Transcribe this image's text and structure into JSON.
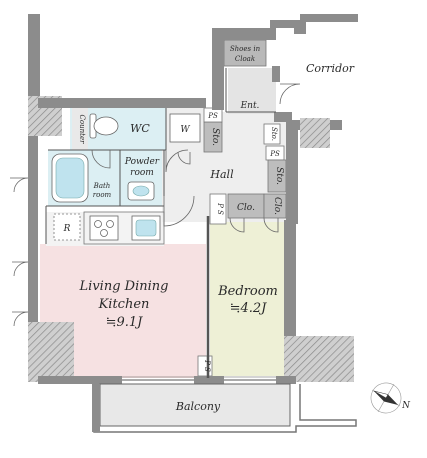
{
  "rooms": {
    "corridor": "Corridor",
    "shoes_in_cloak_1": "Shoes in",
    "shoes_in_cloak_2": "Cloak",
    "entrance": "Ent.",
    "wc": "WC",
    "counter": "Counter",
    "washer": "W",
    "powder_room_1": "Powder",
    "powder_room_2": "room",
    "bath_room_1": "Bath",
    "bath_room_2": "room",
    "hall": "Hall",
    "refrigerator": "R",
    "ldk_1": "Living Dining",
    "ldk_2": "Kitchen",
    "ldk_size": "≒9.1J",
    "bedroom": "Bedroom",
    "bedroom_size": "≒4.2J",
    "balcony": "Balcony"
  },
  "storage": {
    "ps_1": "PS",
    "sto_1": "Sto.",
    "sto_2": "Sto.",
    "ps_2": "PS",
    "sto_3": "Sto.",
    "ps_3": "P S",
    "clo_1": "Clo.",
    "clo_2": "Clo.",
    "ps_4": "P S"
  },
  "compass": {
    "label": "N"
  },
  "colors": {
    "ldk_fill": "#f6e1e2",
    "bedroom_fill": "#eef0d6",
    "wet_fill": "#dceff3",
    "hall_fill": "#eeeeee",
    "closet_fill": "#b7b7b7",
    "balcony_fill": "#e8e8e8",
    "wall": "#8c8c8c"
  }
}
